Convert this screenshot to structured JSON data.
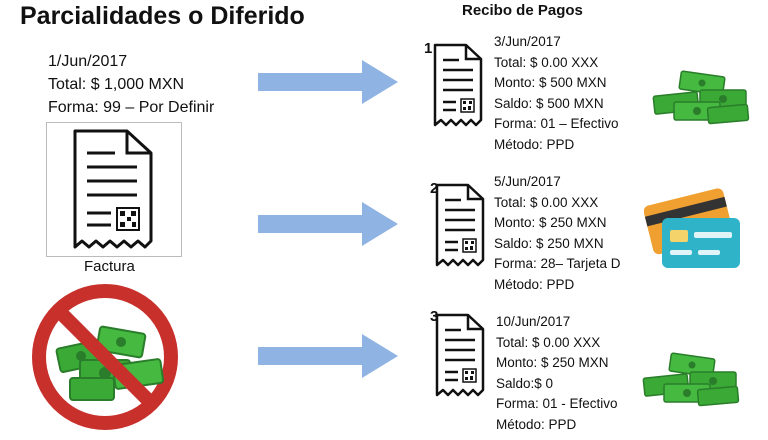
{
  "title": "Parcialidades o Diferido",
  "recibos_title": "Recibo de Pagos",
  "invoice": {
    "date": "1/Jun/2017",
    "total": "Total: $ 1,000 MXN",
    "forma": "Forma: 99 – Por Definir",
    "label": "Factura"
  },
  "receipts": [
    {
      "number": "1",
      "lines": [
        "3/Jun/2017",
        "Total: $ 0.00 XXX",
        "Monto: $  500 MXN",
        "Saldo:  $ 500 MXN",
        "Forma: 01 – Efectivo",
        "Método: PPD"
      ],
      "icon": "cash-stack-icon"
    },
    {
      "number": "2",
      "lines": [
        "5/Jun/2017",
        "Total: $ 0.00 XXX",
        "Monto: $  250 MXN",
        "Saldo: $ 250 MXN",
        "Forma: 28– Tarjeta D",
        "Método: PPD"
      ],
      "icon": "credit-card-icon"
    },
    {
      "number": "3",
      "lines": [
        "10/Jun/2017",
        "Total: $ 0.00 XXX",
        "Monto: $  250 MXN",
        "Saldo:$ 0",
        "Forma:  01 - Efectivo",
        "Método: PPD"
      ],
      "icon": "cash-stack-icon"
    }
  ],
  "colors": {
    "arrow": "#8fb4e3",
    "cash_green": "#3aa935",
    "cash_dark": "#2a7d2a",
    "no_sign_red": "#c8302c",
    "card_orange": "#f0a030",
    "card_teal": "#2fb3c9"
  }
}
